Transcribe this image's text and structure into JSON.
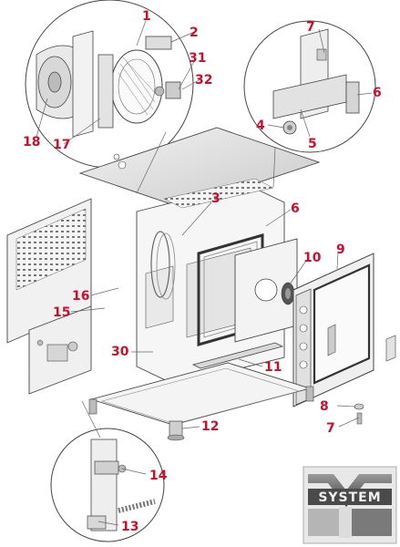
{
  "callouts": [
    {
      "id": "c1",
      "label": "1"
    },
    {
      "id": "c2",
      "label": "2"
    },
    {
      "id": "c31",
      "label": "31"
    },
    {
      "id": "c32",
      "label": "32"
    },
    {
      "id": "c18",
      "label": "18"
    },
    {
      "id": "c17",
      "label": "17"
    },
    {
      "id": "c7a",
      "label": "7"
    },
    {
      "id": "c6a",
      "label": "6"
    },
    {
      "id": "c4",
      "label": "4"
    },
    {
      "id": "c5",
      "label": "5"
    },
    {
      "id": "c3",
      "label": "3"
    },
    {
      "id": "c6b",
      "label": "6"
    },
    {
      "id": "c9",
      "label": "9"
    },
    {
      "id": "c10",
      "label": "10"
    },
    {
      "id": "c16",
      "label": "16"
    },
    {
      "id": "c15",
      "label": "15"
    },
    {
      "id": "c30",
      "label": "30"
    },
    {
      "id": "c11",
      "label": "11"
    },
    {
      "id": "c8",
      "label": "8"
    },
    {
      "id": "c7b",
      "label": "7"
    },
    {
      "id": "c12",
      "label": "12"
    },
    {
      "id": "c14",
      "label": "14"
    },
    {
      "id": "c13",
      "label": "13"
    }
  ],
  "logo": {
    "text": "SYSTEM"
  },
  "colors": {
    "callout": "#c8102e",
    "line": "#555555",
    "panel": "#e6e6e6",
    "logo_dark": "#3c3c3c",
    "logo_light": "#bdbdbd"
  }
}
